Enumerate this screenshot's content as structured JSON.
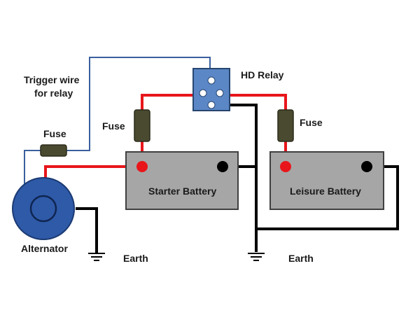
{
  "labels": {
    "trigger_line1": "Trigger wire",
    "trigger_line2": "for relay",
    "hd_relay": "HD Relay",
    "fuse_left": "Fuse",
    "fuse_mid": "Fuse",
    "fuse_right": "Fuse",
    "starter_battery": "Starter Battery",
    "leisure_battery": "Leisure Battery",
    "alternator": "Alternator",
    "earth_left": "Earth",
    "earth_right": "Earth"
  },
  "colors": {
    "positive_wire": "#e8161b",
    "negative_wire": "#000000",
    "trigger_wire": "#3a5f9e",
    "battery_fill": "#a6a6a6",
    "battery_border": "#404040",
    "relay_fill": "#5b87c7",
    "relay_border": "#27466f",
    "alternator_fill": "#2e5aa8",
    "fuse_fill": "#4a4a30"
  }
}
